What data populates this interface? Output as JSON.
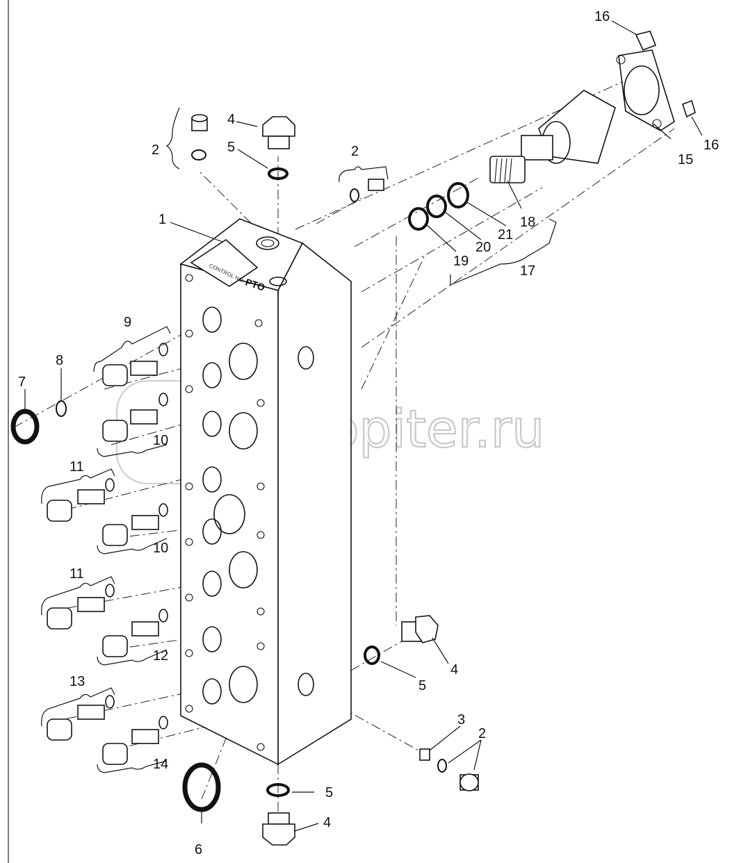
{
  "labels": {
    "p1": "1",
    "p2a": "2",
    "p2b": "2",
    "p2c": "2",
    "p3": "3",
    "p4a": "4",
    "p4b": "4",
    "p4c": "4",
    "p5a": "5",
    "p5b": "5",
    "p5c": "5",
    "p6": "6",
    "p7": "7",
    "p8": "8",
    "p9": "9",
    "p10a": "10",
    "p10b": "10",
    "p11a": "11",
    "p11b": "11",
    "p12": "12",
    "p13": "13",
    "p14": "14",
    "p15": "15",
    "p16a": "16",
    "p16b": "16",
    "p17": "17",
    "p18": "18",
    "p19": "19",
    "p20": "20",
    "p21": "21"
  },
  "block": {
    "plate_text": "CONTROL NO.",
    "pto_text": "PTO"
  },
  "watermark": {
    "text": "autopiter.ru"
  }
}
